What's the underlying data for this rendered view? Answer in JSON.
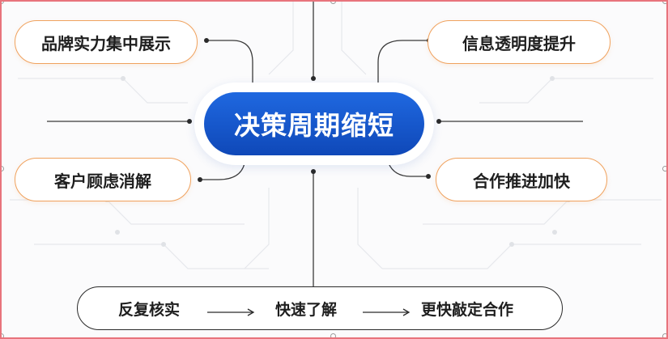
{
  "center": {
    "label": "决策周期缩短"
  },
  "benefits": {
    "top_left": "品牌实力集中展示",
    "top_right": "信息透明度提升",
    "mid_left": "客户顾虑消解",
    "mid_right": "合作推进加快"
  },
  "flow": {
    "step1": "反复核实",
    "step2": "快速了解",
    "step3": "更快敲定合作"
  },
  "colors": {
    "accent_orange": "#f0a25e",
    "center_blue": "#1557cc",
    "selection_border": "#e8747c"
  }
}
